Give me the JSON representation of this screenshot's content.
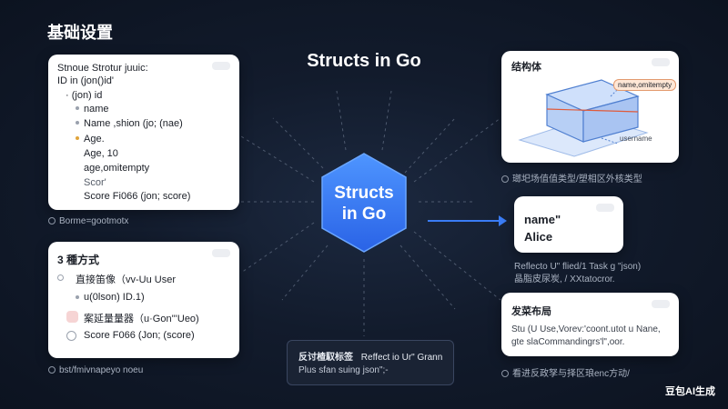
{
  "page_title": "基础设置",
  "center_title": "Structs in Go",
  "hub_label": [
    "Structs",
    "in Go"
  ],
  "card_code": {
    "lines": [
      "Stnoue Strotur juuic:",
      "ID  in  (jon()id'",
      "· (jon) id",
      "name",
      "Name ,shion  (jo; (nae)",
      "Age.",
      "Age, 10",
      "age,omitempty",
      "Scor'",
      "Score Fi066 (jon;  score)"
    ],
    "caption": "Borme=gootmotx"
  },
  "card_methods": {
    "title": "3 種方式",
    "items": [
      "直接笛像（vv-Uu User",
      "u(0lson) ID.1)",
      "案延量量器（u·Gon'''Ueo)",
      "Score F066 (Jon; (score)"
    ],
    "caption": "bst/fmivnapeyo noeu"
  },
  "card_struct": {
    "title": "结构体",
    "tag": "name,omitempty",
    "field": "username",
    "caption": "瑯圯场值值类型/塑相区外核类型"
  },
  "card_value": {
    "label": "name\"",
    "value": "Alice",
    "caption": [
      "Reflecto U\" flied/1 Task g \"json)",
      "晶脂皮尿炭,  / XXtatocror."
    ]
  },
  "card_layout": {
    "title": "发菜布局",
    "lines": [
      "Stu (U Use,Vorev:'coont.utot u Nane,",
      "gte slaCommandingrs'l\",oor."
    ],
    "caption": "看进反政孥与择区琅enc方动/"
  },
  "bottom_box": {
    "line1": [
      "反讨楂馭标签",
      "Reffect io Ur\" Grann"
    ],
    "line2": "Plus sfan suing  json\";-"
  },
  "brand": "豆包AI生成",
  "colors": {
    "accent": "#3a7cf5",
    "tag": "#ffe7d6",
    "background": "#121b2c"
  }
}
